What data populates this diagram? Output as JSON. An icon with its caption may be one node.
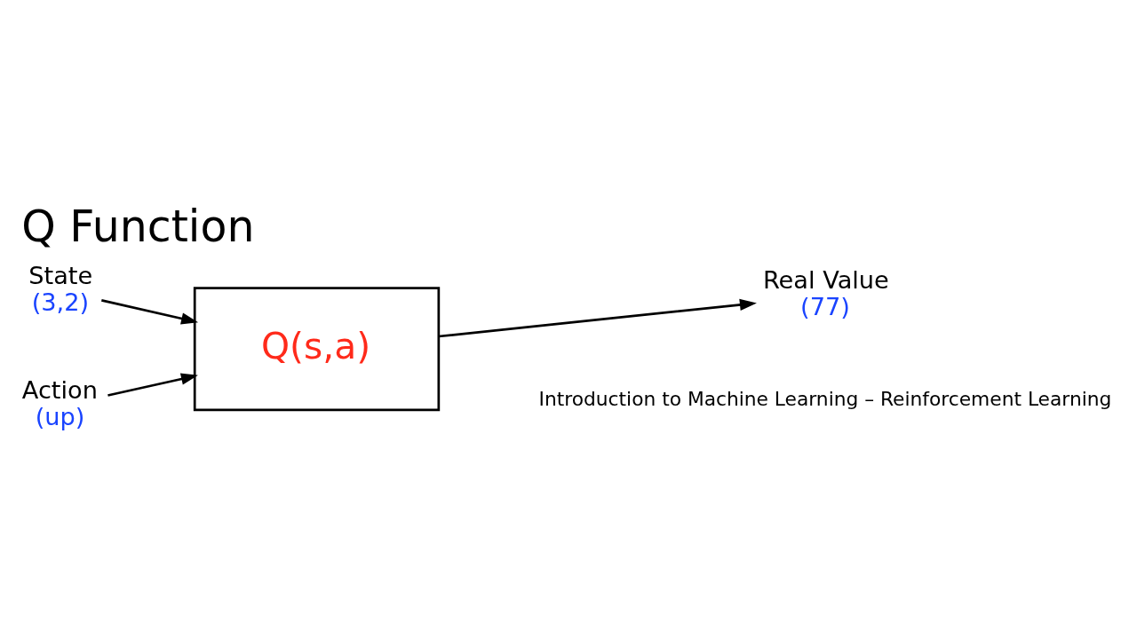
{
  "diagram": {
    "title": "Q Function",
    "nodes": [
      {
        "text": [
          "State",
          "(3,2)"
        ]
      },
      {
        "text": [
          "Action",
          "(up)"
        ]
      },
      {
        "text": [
          "Q(s,a)"
        ]
      },
      {
        "text": [
          "Real Value",
          "(77)"
        ]
      }
    ],
    "edges": [
      {
        "from": 0,
        "to": 2,
        "arrow": "to"
      },
      {
        "from": 1,
        "to": 2,
        "arrow": "to"
      },
      {
        "from": 2,
        "to": 3,
        "arrow": "to"
      }
    ],
    "labels": [
      "Introduction to Machine Learning – Reinforcement Learning"
    ]
  }
}
